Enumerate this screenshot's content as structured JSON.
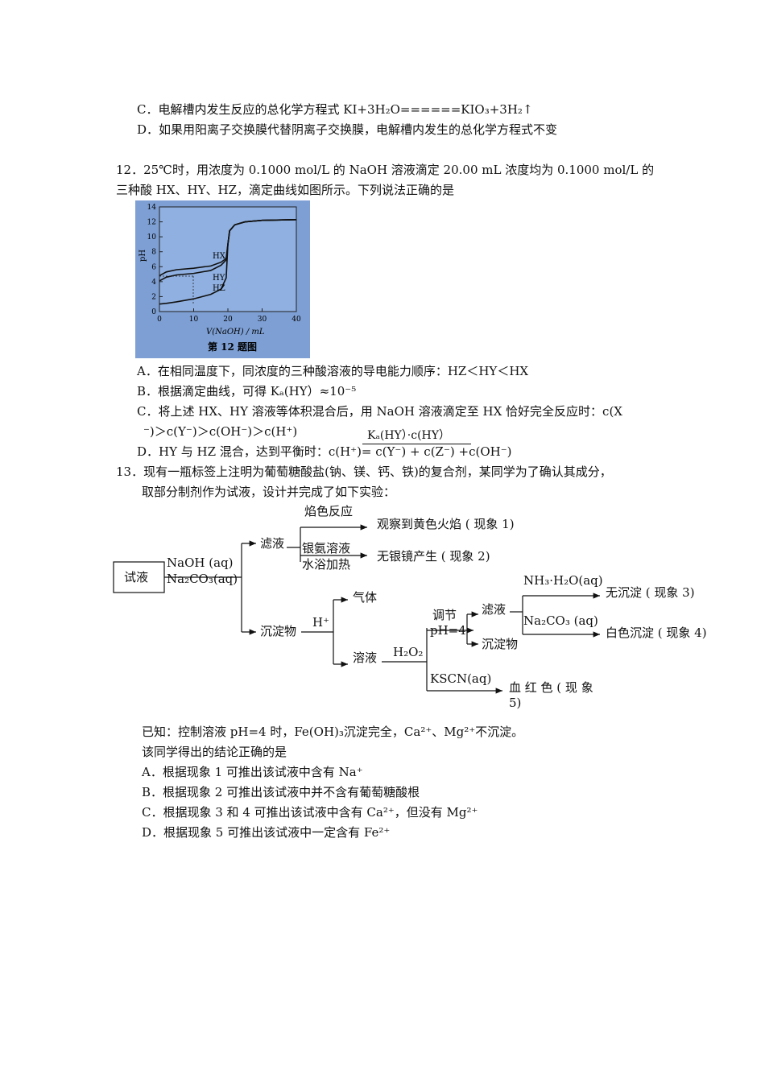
{
  "q11": {
    "C": "C．电解槽内发生反应的总化学方程式 KI+3H₂O======KIO₃+3H₂↑",
    "D": "D．如果用阳离子交换膜代替阴离子交换膜，电解槽内发生的总化学方程式不变"
  },
  "q12": {
    "stem_1": "12．25℃时，用浓度为 0.1000 mol/L 的 NaOH 溶液滴定 20.00 mL 浓度均为 0.1000 mol/L 的",
    "stem_2": "三种酸 HX、HY、HZ，滴定曲线如图所示。下列说法正确的是",
    "A": "A．在相同温度下，同浓度的三种酸溶液的导电能力顺序：HZ＜HY＜HX",
    "B": "B．根据滴定曲线，可得 Kₐ(HY）≈10⁻⁵",
    "C_1": "C．将上述 HX、HY 溶液等体积混合后，用 NaOH 溶液滴定至 HX 恰好完全反应时：c(X",
    "C_2": "⁻)＞c(Y⁻)＞c(OH⁻)＞c(H⁺)",
    "D_num": "Kₐ(HY）·c(HY）",
    "D_den": "D．HY 与 HZ 混合，达到平衡时：c(H⁺)=      c(Y⁻) + c(Z⁻) +c(OH⁻)"
  },
  "chart": {
    "ylabel": "pH",
    "xlabel": "V(NaOH) / mL",
    "caption": "第 12 题图",
    "series_labels": [
      "HX",
      "HY",
      "HZ"
    ]
  },
  "chart_data": {
    "type": "line",
    "xlim": [
      0,
      40
    ],
    "ylim": [
      0,
      14
    ],
    "yticks": [
      0,
      2,
      4,
      6,
      8,
      10,
      12,
      14
    ],
    "xticks": [
      0,
      10,
      20,
      30,
      40
    ],
    "series": [
      {
        "name": "HX",
        "x": [
          0,
          2,
          5,
          10,
          15,
          18,
          19.5,
          20,
          20.5,
          22,
          25,
          30,
          40
        ],
        "y": [
          4.8,
          5.3,
          5.6,
          5.8,
          6.1,
          6.6,
          7.1,
          9.0,
          10.8,
          11.6,
          12.0,
          12.2,
          12.3
        ]
      },
      {
        "name": "HY",
        "x": [
          0,
          2,
          5,
          10,
          15,
          18,
          19.5,
          20,
          20.5,
          22,
          25,
          30,
          40
        ],
        "y": [
          4.1,
          4.6,
          4.9,
          5.1,
          5.5,
          6.2,
          6.9,
          9.0,
          10.8,
          11.6,
          12.0,
          12.2,
          12.3
        ]
      },
      {
        "name": "HZ",
        "x": [
          0,
          2,
          5,
          10,
          15,
          18,
          19.5,
          20,
          20.5,
          22,
          25,
          30,
          40
        ],
        "y": [
          1.0,
          1.1,
          1.3,
          1.7,
          2.3,
          3.0,
          4.5,
          9.0,
          10.8,
          11.6,
          12.0,
          12.2,
          12.3
        ]
      }
    ]
  },
  "q13": {
    "stem_1": "13．现有一瓶标签上注明为葡萄糖酸盐(钠、镁、钙、铁)的复合剂，某同学为了确认其成分，",
    "stem_2": "取部分制剂作为试液，设计并完成了如下实验：",
    "flow": {
      "box": "试液",
      "naoh": "NaOH (aq)",
      "na2co3": "Na₂CO₃(aq)",
      "filtrate1": "滤液",
      "flame": "焰色反应",
      "obs1": "观察到黄色火焰 ( 现象 1)",
      "silver1": "银氨溶液",
      "silver2": "水浴加热",
      "obs2": "无银镜产生 ( 现象 2)",
      "precip1": "沉淀物",
      "hplus": "H⁺",
      "gas": "气体",
      "solution": "溶液",
      "h2o2": "H₂O₂",
      "adjust1": "调节",
      "adjust2": "pH=4",
      "filtrate2": "滤液",
      "precip2": "沉淀物",
      "nh3": "NH₃·H₂O(aq)",
      "obs3": "无沉淀 ( 现象 3)",
      "na2co3b": "Na₂CO₃ (aq)",
      "obs4": "白色沉淀 ( 现象 4)",
      "kscn": "KSCN(aq)",
      "obs5a": "血 红 色 ( 现 象",
      "obs5b": "5)"
    },
    "known": "已知：控制溶液 pH=4 时，Fe(OH)₃沉淀完全，Ca²⁺、Mg²⁺不沉淀。",
    "ask": "该同学得出的结论正确的是",
    "A": "A．根据现象 1 可推出该试液中含有 Na⁺",
    "B": "B．根据现象 2 可推出该试液中并不含有葡萄糖酸根",
    "C": "C．根据现象 3 和 4 可推出该试液中含有 Ca²⁺，但没有 Mg²⁺",
    "D": "D．根据现象 5 可推出该试液中一定含有 Fe²⁺"
  }
}
